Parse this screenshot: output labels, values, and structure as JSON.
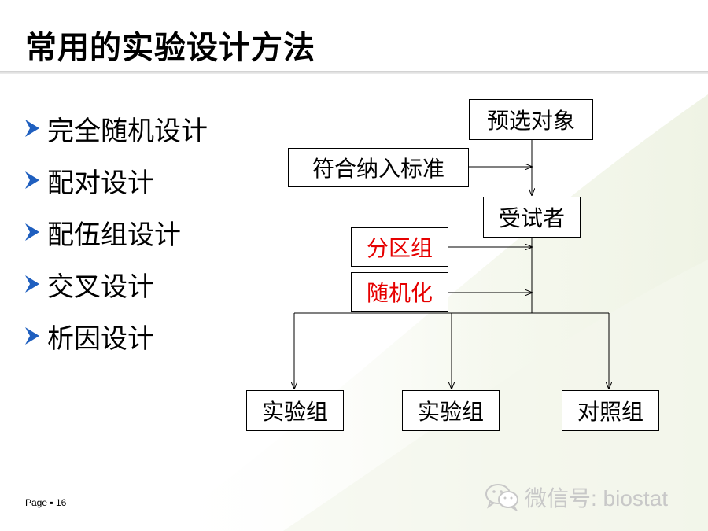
{
  "slide": {
    "title": "常用的实验设计方法",
    "bullets": [
      "完全随机设计",
      "配对设计",
      "配伍组设计",
      "交叉设计",
      "析因设计"
    ],
    "footer_page": "Page ▪ 16"
  },
  "diagram": {
    "nodes": {
      "preselect": "预选对象",
      "inclusion": "符合纳入标准",
      "subjects": "受试者",
      "blocking": "分区组",
      "randomize": "随机化",
      "exp1": "实验组",
      "exp2": "实验组",
      "control": "对照组"
    },
    "colors": {
      "highlight_text": "#e60000",
      "bullet_arrow": "#1f5fbf",
      "watermark": "#c8c8c8"
    }
  },
  "watermark": {
    "text": "微信号: biostat",
    "icon": "wechat-icon"
  }
}
